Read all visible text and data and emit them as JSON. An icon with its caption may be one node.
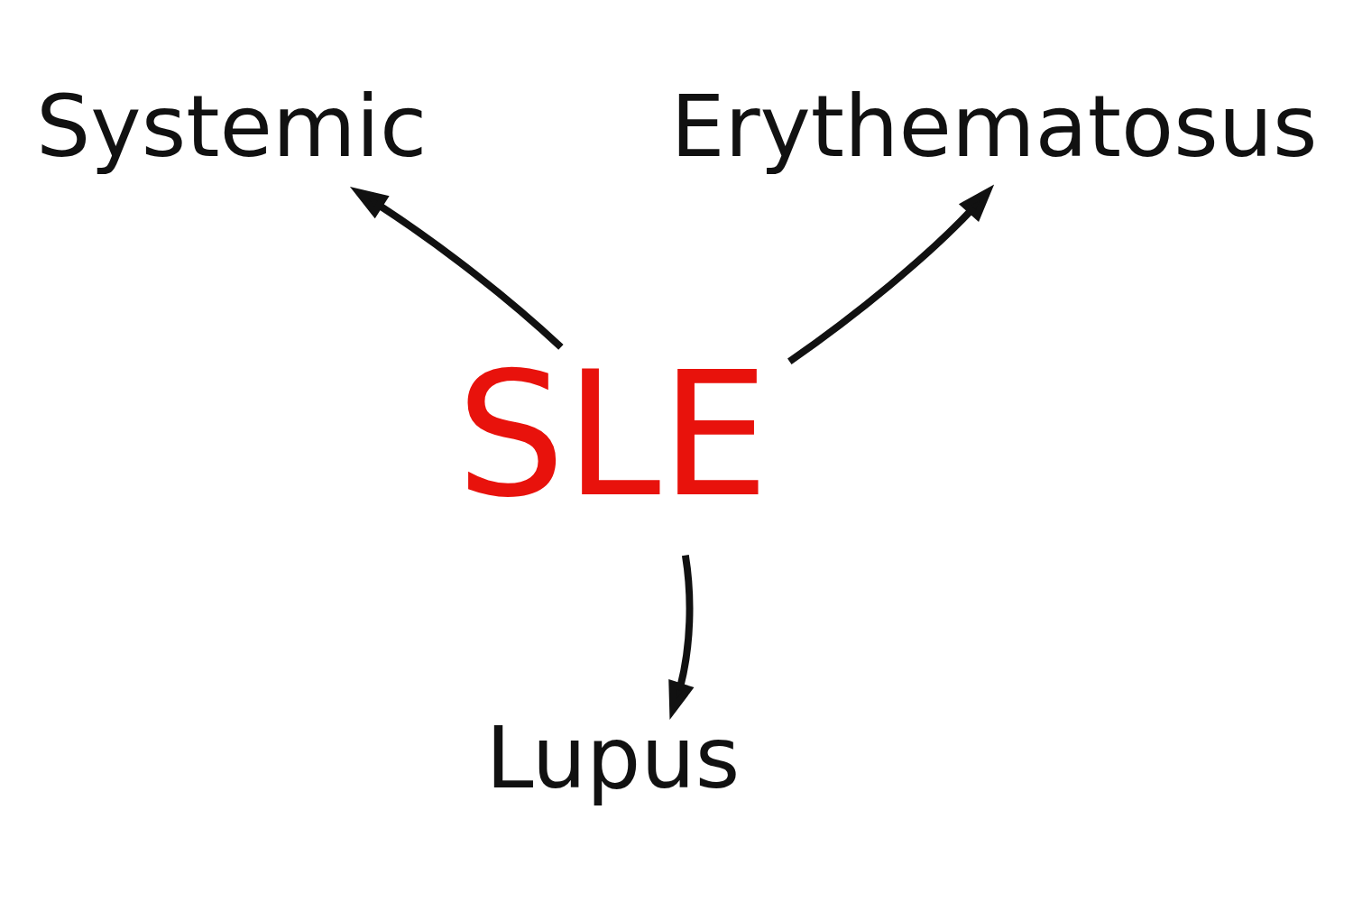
{
  "diagram": {
    "nodes": [
      {
        "text": [
          "SLE"
        ]
      },
      {
        "text": [
          "Systemic"
        ]
      },
      {
        "text": [
          "Erythematosus"
        ]
      },
      {
        "text": [
          "Lupus"
        ]
      }
    ],
    "edges": [
      {
        "from": 0,
        "to": 1,
        "arrow": "to"
      },
      {
        "from": 0,
        "to": 2,
        "arrow": "to"
      },
      {
        "from": 0,
        "to": 3,
        "arrow": "to"
      }
    ]
  }
}
